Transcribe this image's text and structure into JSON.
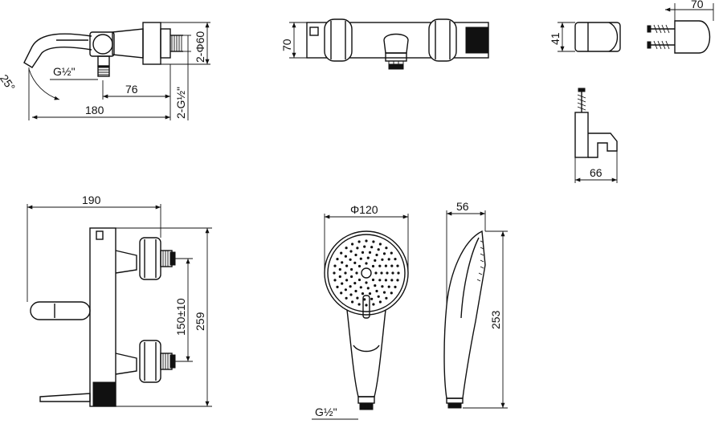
{
  "drawing": {
    "views": {
      "side_view": {
        "thread_inlet": "G½\"",
        "angle": "25°",
        "dim_76": "76",
        "dim_180": "180",
        "dim_diameter": "2-Φ60",
        "dim_thread_pair": "2-G½\""
      },
      "front_view": {
        "dim_height": "70"
      },
      "shower_holder_front": {
        "dim_height": "41"
      },
      "shower_holder_side": {
        "dim_width": "70"
      },
      "wall_holder": {
        "dim_width": "66"
      },
      "mixer_side_view": {
        "dim_width": "190",
        "dim_spacing": "150±10",
        "dim_height": "259"
      },
      "hand_shower_front": {
        "dim_diameter": "Φ120",
        "thread": "G½\""
      },
      "hand_shower_side": {
        "dim_width": "56",
        "dim_length": "253"
      }
    }
  }
}
